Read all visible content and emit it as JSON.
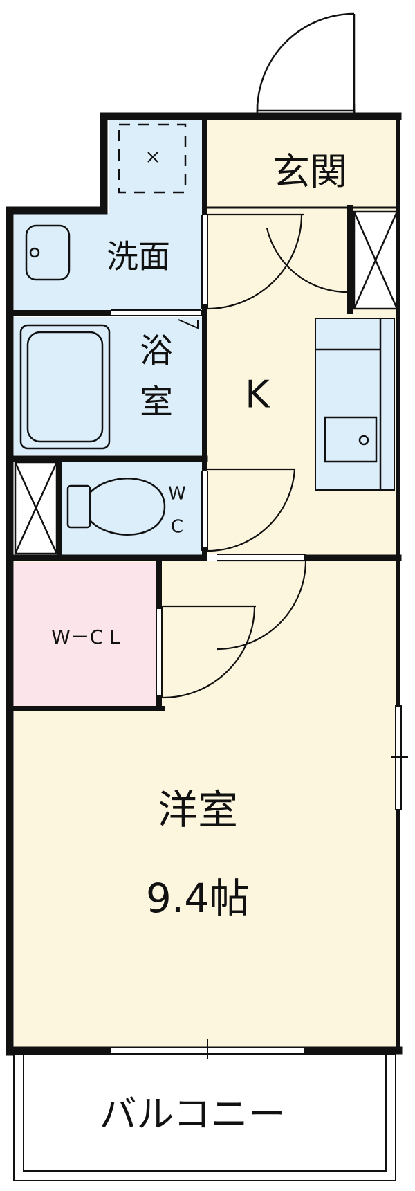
{
  "labels": {
    "genkan": "玄関",
    "senmen": "洗面",
    "yoku_1": "浴",
    "yoku_2": "室",
    "kitchen": "K",
    "wc_1": "W",
    "wc_2": "C",
    "wcl": "W－C L",
    "yoshitsu": "洋室",
    "size": "9.4帖",
    "balcony": "バルコニー"
  },
  "colors": {
    "wet_area": "#dceefa",
    "living": "#fdf6df",
    "closet": "#fbe4ea",
    "wall": "#111111"
  }
}
